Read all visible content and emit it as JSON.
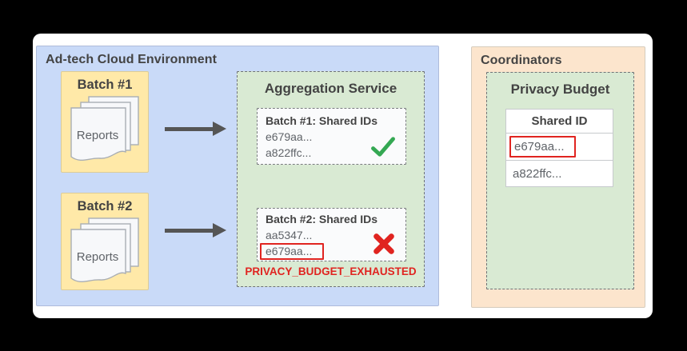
{
  "palette": {
    "adtech_bg": "#c9daf8",
    "batch_bg": "#ffe9a8",
    "service_bg": "#d9ead3",
    "coordinators_bg": "#fce5cd",
    "success_green": "#34a853",
    "error_red": "#e02420",
    "arrow_gray": "#555555",
    "title_text": "#434343",
    "id_text": "#5f6368"
  },
  "adtech": {
    "title": "Ad-tech Cloud Environment",
    "batches": [
      {
        "label": "Batch #1",
        "doc_label": "Reports"
      },
      {
        "label": "Batch #2",
        "doc_label": "Reports"
      }
    ],
    "aggregation_service": {
      "title": "Aggregation Service",
      "results": [
        {
          "title": "Batch #1: Shared IDs",
          "ids": [
            "e679aa...",
            "a822ffc..."
          ],
          "status": "success"
        },
        {
          "title": "Batch #2: Shared IDs",
          "ids": [
            "aa5347...",
            "e679aa..."
          ],
          "status": "error",
          "flagged_id": "e679aa..."
        }
      ],
      "error_label": "PRIVACY_BUDGET_EXHAUSTED"
    }
  },
  "coordinators": {
    "title": "Coordinators",
    "privacy_budget": {
      "title": "Privacy Budget",
      "table": {
        "header": "Shared ID",
        "rows": [
          "e679aa...",
          "a822ffc..."
        ],
        "flagged_row": "e679aa..."
      }
    }
  }
}
